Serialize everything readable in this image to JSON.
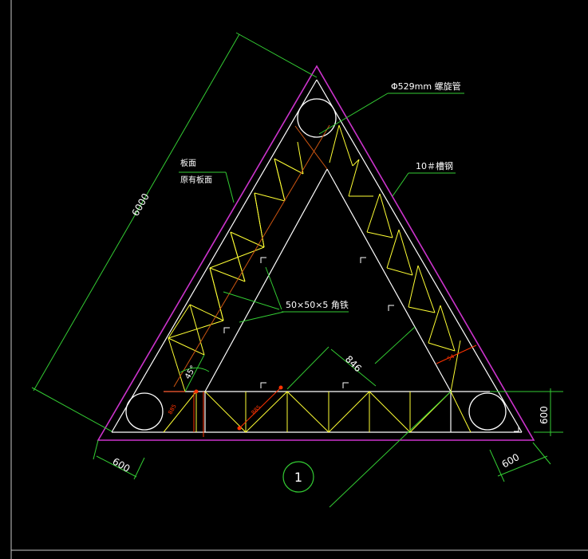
{
  "colors": {
    "background": "#000000",
    "frame": "#c8c8c8",
    "outer_triangle": "#cc33cc",
    "inner_chords": "#ffffff",
    "web_members": "#ffff33",
    "dimension": "#33cc33",
    "leader": "#33cc33",
    "section_mark": "#33cc33",
    "pipe": "#ffffff",
    "red_annotation": "#ff3300",
    "diagonal_annotation": "#cc5511"
  },
  "labels": {
    "spiral_pipe": "Φ529mm 螺旋管",
    "channel_steel": "10＃槽钢",
    "deck_line1": "板面",
    "deck_line2": "原有板面",
    "angle_steel": "50×50×5 角铁",
    "overall_length": "6000",
    "bottom_left_width": "600",
    "bottom_right_width": "600",
    "right_height": "600",
    "web_spacing": "846",
    "angle_mark": "45°",
    "section_number": "1",
    "small_dim_left": "885",
    "small_dim_bottom": "885",
    "small_dim_right": "54"
  }
}
